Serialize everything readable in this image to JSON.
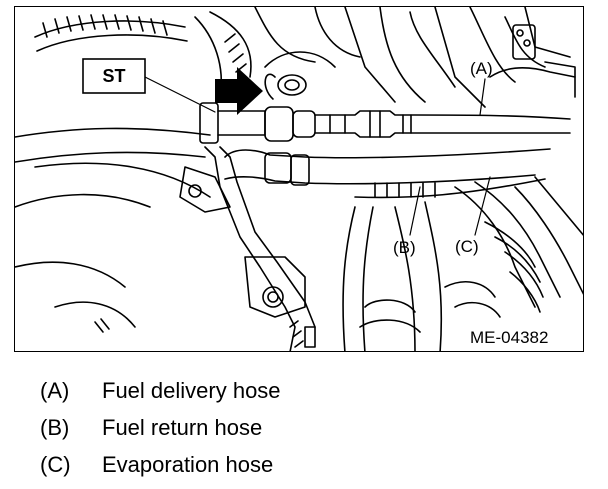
{
  "figure": {
    "tool_label": "ST",
    "figure_id": "ME-04382",
    "callouts": {
      "A": "(A)",
      "B": "(B)",
      "C": "(C)"
    }
  },
  "legend": [
    {
      "key": "(A)",
      "text": "Fuel delivery hose"
    },
    {
      "key": "(B)",
      "text": "Fuel return hose"
    },
    {
      "key": "(C)",
      "text": "Evaporation hose"
    }
  ]
}
